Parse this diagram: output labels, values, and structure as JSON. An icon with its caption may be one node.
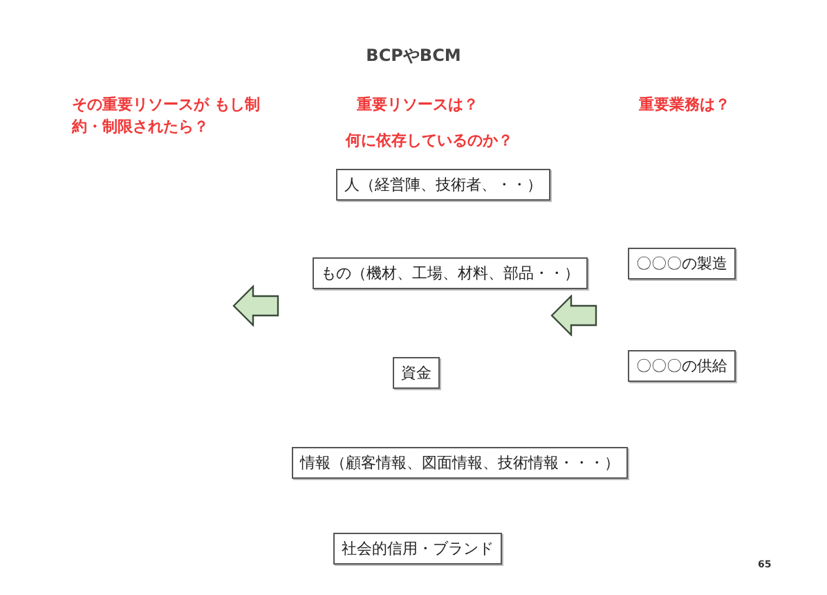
{
  "diagram": {
    "title": "BCPやBCM",
    "nodes": [
      {
        "text": [
          "人（経営陣、技術者、・・）"
        ]
      },
      {
        "text": [
          "もの（機材、工場、材料、部品・・）"
        ]
      },
      {
        "text": [
          "資金"
        ]
      },
      {
        "text": [
          "情報（顧客情報、図面情報、技術情報・・・）"
        ]
      },
      {
        "text": [
          "社会的信用・ブランド"
        ]
      },
      {
        "text": [
          "〇〇〇の製造"
        ]
      },
      {
        "text": [
          "〇〇〇の供給"
        ]
      }
    ],
    "edges": [],
    "labels": [
      "その重要リソースが もし制約・制限されたら？",
      "重要リソースは？",
      "重要業務は？",
      "何に依存しているのか？",
      "65"
    ]
  }
}
